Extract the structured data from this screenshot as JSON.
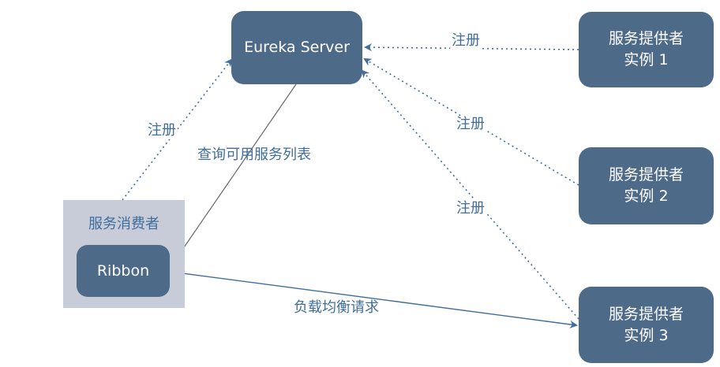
{
  "eureka": {
    "label": "Eureka Server"
  },
  "consumer": {
    "title": "服务消费者",
    "ribbon": "Ribbon"
  },
  "providers": [
    {
      "line1": "服务提供者",
      "line2": "实例 1"
    },
    {
      "line1": "服务提供者",
      "line2": "实例 2"
    },
    {
      "line1": "服务提供者",
      "line2": "实例 3"
    }
  ],
  "edges": {
    "register_p1": "注册",
    "register_p2": "注册",
    "register_p3": "注册",
    "register_consumer": "注册",
    "query_service_list": "查询可用服务列表",
    "load_balanced_request": "负载均衡请求"
  },
  "colors": {
    "node_fill": "#4e6a89",
    "consumer_bg": "#c7ccd8",
    "label_text": "#3f6d9c",
    "edge": "#3f6d9c"
  }
}
